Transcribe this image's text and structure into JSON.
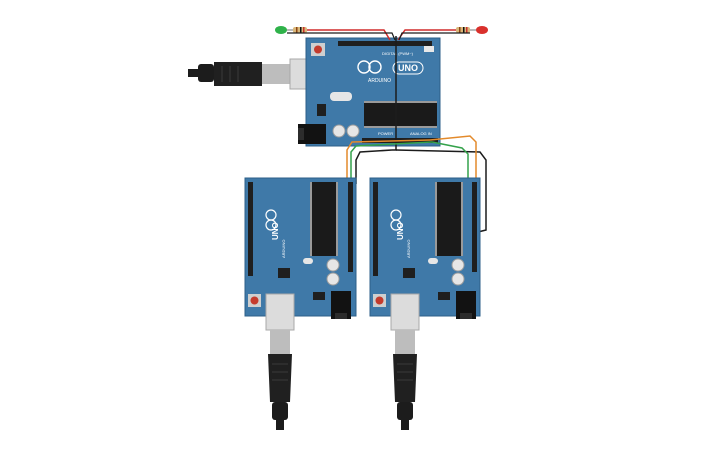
{
  "workspace": {
    "background": "#ffffff"
  },
  "colors": {
    "board": "#3f79a8",
    "board_edge": "#2c5f88",
    "header": "#1f1f1f",
    "chip": "#1a1a1a",
    "usb_metal": "#d9d9d9",
    "cable": "#1c1c1c",
    "wire_red": "#d12b2b",
    "wire_black": "#1c1c1c",
    "wire_orange": "#e38a2b",
    "wire_green": "#34a24b",
    "led_green": "#2fb24a",
    "led_red": "#d9302c",
    "resistor": "#d9b77a"
  },
  "boards": {
    "top": {
      "brand": "ARDUINO",
      "model": "UNO",
      "label_digital": "DIGITAL (PWM~)",
      "label_power": "POWER",
      "label_analog": "ANALOG IN"
    },
    "left": {
      "brand": "ARDUINO",
      "model": "UNO"
    },
    "right": {
      "brand": "ARDUINO",
      "model": "UNO"
    }
  },
  "components": {
    "led_left": "green-led",
    "led_right": "red-led",
    "icons": [
      "usb-cable-icon",
      "reset-button-icon",
      "power-jack-icon",
      "capacitor-icon"
    ]
  }
}
